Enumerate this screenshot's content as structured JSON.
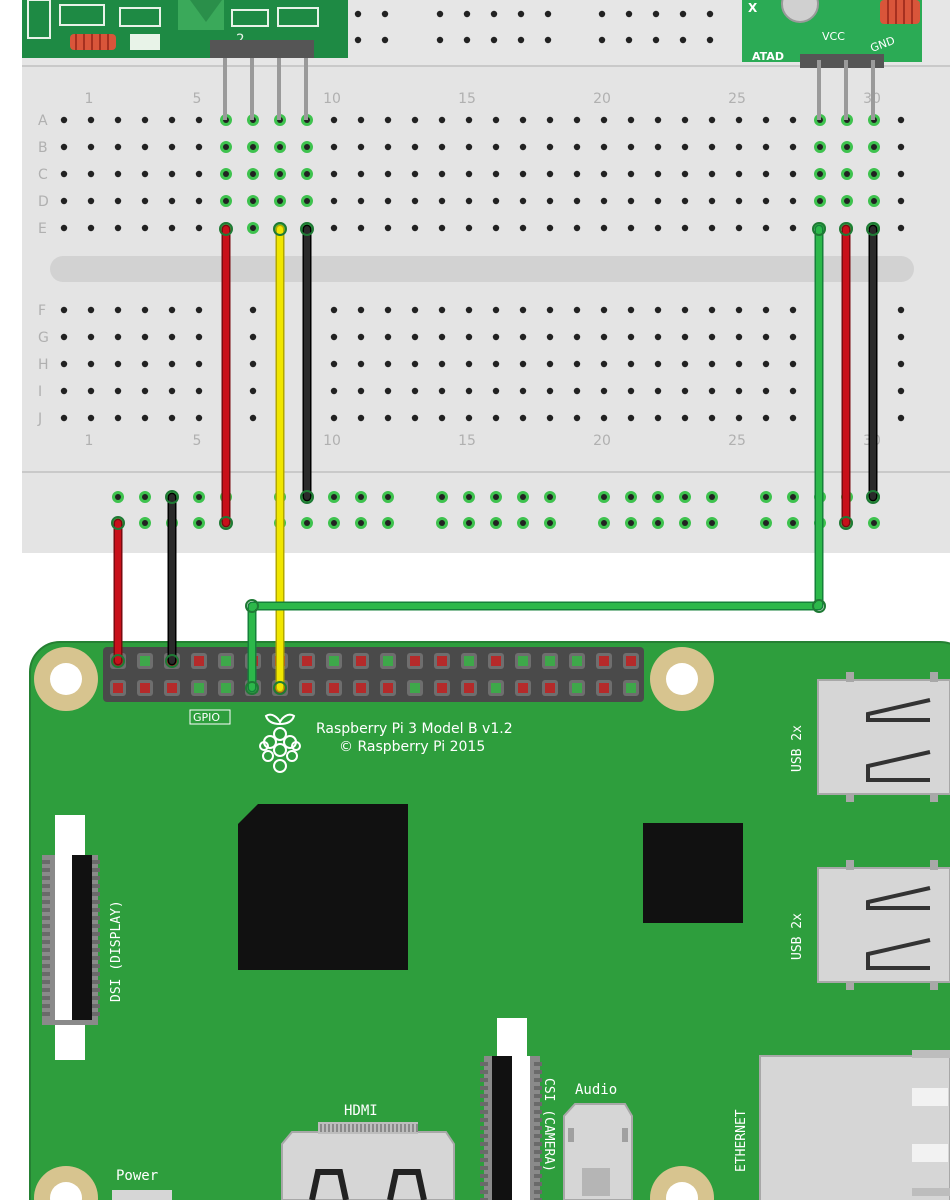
{
  "breadboard": {
    "row_labels_top": [
      "A",
      "B",
      "C",
      "D",
      "E"
    ],
    "row_labels_bottom": [
      "F",
      "G",
      "H",
      "I",
      "J"
    ],
    "column_numbers": [
      "1",
      "5",
      "10",
      "15",
      "20",
      "25",
      "30"
    ]
  },
  "transmitter": {
    "marking": "2"
  },
  "receiver": {
    "marking_top": "X",
    "pin_labels": [
      "ATAD",
      "VCC",
      "GND"
    ]
  },
  "pi": {
    "gpio_label": "GPIO",
    "model_line": "Raspberry Pi 3 Model B v1.2",
    "copyright_line": "© Raspberry Pi 2015",
    "dsi_label": "DSI (DISPLAY)",
    "csi_label": "CSI (CAMERA)",
    "audio_label": "Audio",
    "hdmi_label": "HDMI",
    "power_label": "Power",
    "usb_label_1": "USB 2x",
    "usb_label_2": "USB 2x",
    "ethernet_label": "ETHERNET"
  },
  "colors": {
    "board_green": "#2e9e3d",
    "breadboard": "#e6e6e6",
    "wire_red": "#c8101a",
    "wire_yellow": "#f0e600",
    "wire_black": "#222222",
    "wire_green": "#2cb84a"
  }
}
